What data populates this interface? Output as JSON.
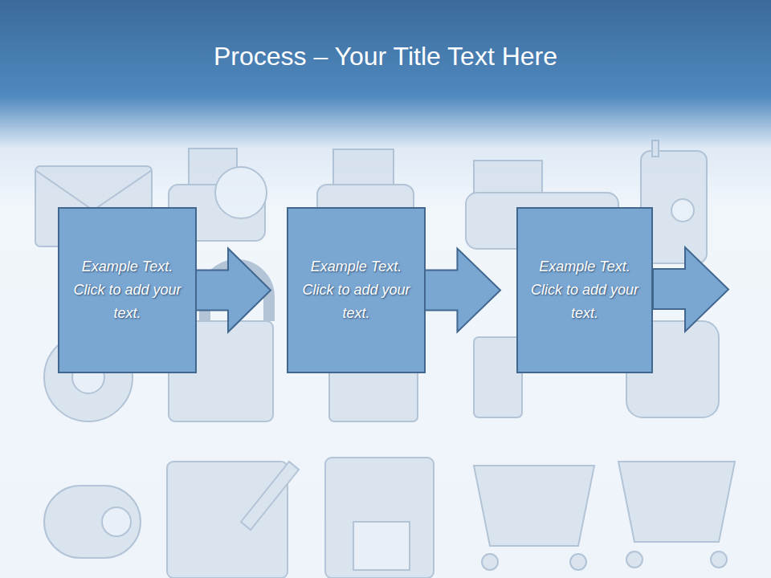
{
  "diagram": {
    "title": "Process – Your Title Text Here",
    "nodes": [
      {
        "text": [
          "Example Text. Click to add your text."
        ]
      },
      {
        "text": [
          "Example Text. Click to add your text."
        ]
      },
      {
        "text": [
          "Example Text. Click to add your text."
        ]
      }
    ],
    "edges": [
      {
        "from": 0,
        "to": 1,
        "arrow": "to"
      },
      {
        "from": 1,
        "to": 2,
        "arrow": "to"
      }
    ]
  }
}
